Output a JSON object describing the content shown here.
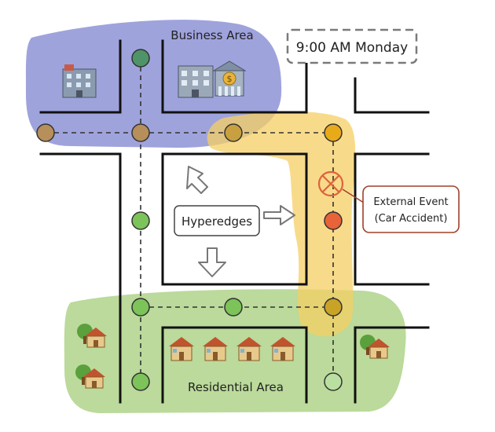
{
  "labels": {
    "business_area": "Business Area",
    "residential_area": "Residential Area",
    "time": "9:00 AM Monday",
    "hyperedges": "Hyperedges",
    "external_event_line1": "External Event",
    "external_event_line2": "(Car Accident)"
  },
  "colors": {
    "business_region": "#9fa3dc",
    "residential_region": "#b7d896",
    "hyperedge_region": "#f6cf63",
    "node_green": "#7cc35a",
    "node_dark_green": "#4f9468",
    "node_brown": "#b78f5a",
    "node_orange": "#e9aa1a",
    "node_gold": "#c9a326",
    "node_accident": "#e8633a",
    "accident_ring": "#e0623c",
    "road": "#111111",
    "dashed_link": "#333333"
  },
  "icons": {
    "business_buildings": [
      "office-building-icon",
      "office-building-icon",
      "bank-icon"
    ],
    "houses": [
      "house-with-tree-icon",
      "house-icon",
      "house-icon",
      "house-icon",
      "house-icon",
      "house-with-tree-icon",
      "house-with-tree-icon"
    ]
  }
}
